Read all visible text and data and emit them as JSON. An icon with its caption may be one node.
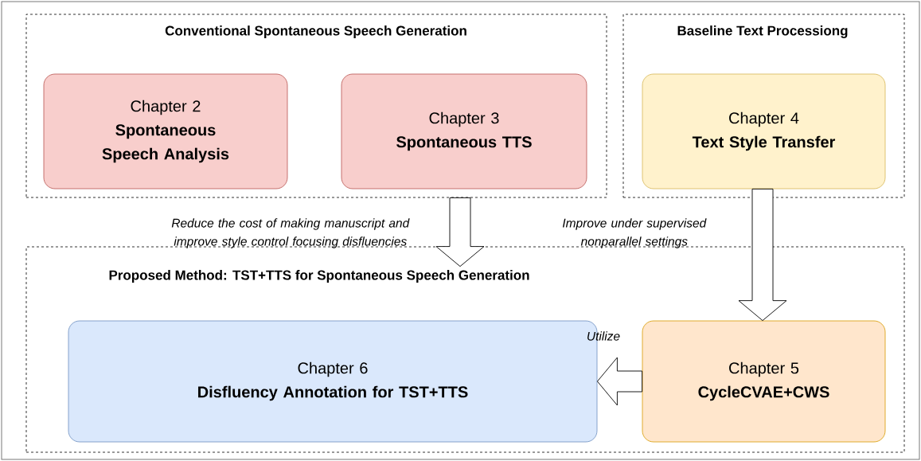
{
  "diagram": {
    "nodes": [
      {
        "text": [
          "Conventional Spontaneous Speech Generation"
        ]
      },
      {
        "text": [
          "Chapter 2",
          "Spontaneous Speech Analysis"
        ],
        "in": 0
      },
      {
        "text": [
          "Chapter 3",
          "Spontaneous TTS"
        ],
        "in": 0
      },
      {
        "text": [
          "Baseline Text Processiong"
        ]
      },
      {
        "text": [
          "Chapter 4",
          "Text Style Transfer"
        ],
        "in": 3
      },
      {
        "text": [
          "Proposed Method: TST+TTS for Spontaneous Speech Generation"
        ]
      },
      {
        "text": [
          "Chapter 6",
          "Disfluency Annotation for TST+TTS"
        ],
        "in": 5
      },
      {
        "text": [
          "Chapter 5",
          "CycleCVAE+CWS"
        ],
        "in": 5
      }
    ],
    "edges": [
      {
        "from": 0,
        "to": 5,
        "arrow": "to",
        "label": "Reduce the cost of making manuscript and improve style control focusing disfluencies"
      },
      {
        "from": 4,
        "to": 7,
        "arrow": "to",
        "label": "Improve under supervised nonparallel settings"
      },
      {
        "from": 7,
        "to": 6,
        "arrow": "to",
        "label": "Utilize"
      }
    ]
  }
}
